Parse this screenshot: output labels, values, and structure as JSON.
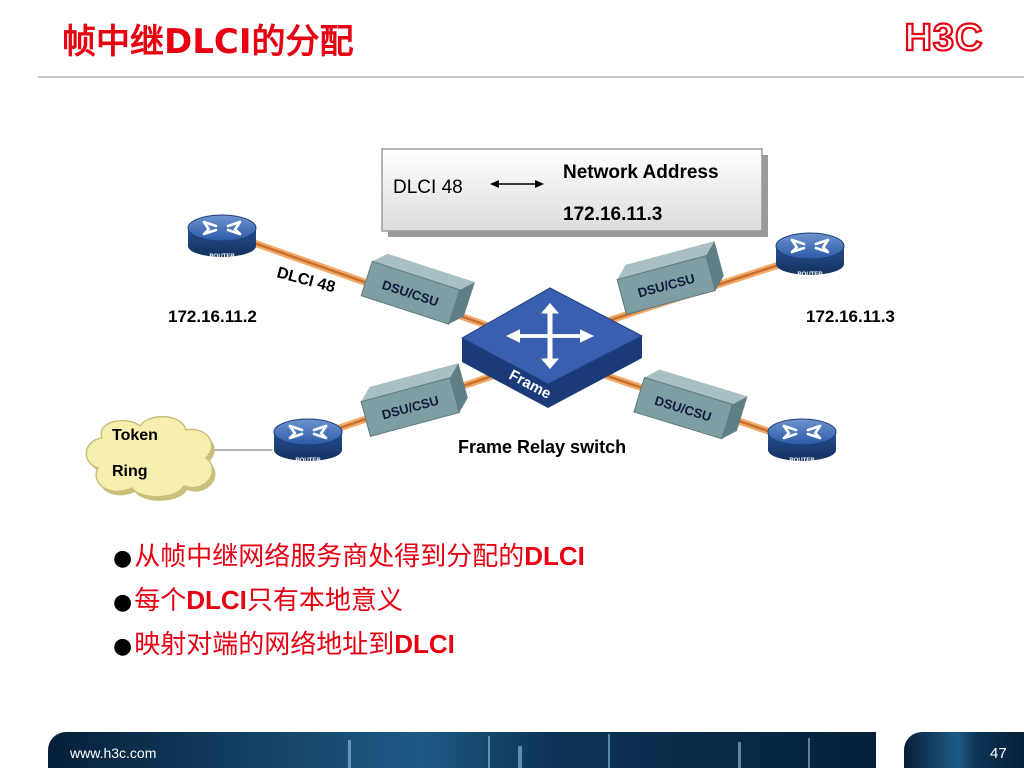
{
  "slide": {
    "title": "帧中继DLCI的分配",
    "logo_text": "H3C",
    "page_number": "47",
    "footer_url": "www.h3c.com"
  },
  "diagram": {
    "mapping_box": {
      "dlci": "DLCI 48",
      "network_address_label": "Network Address",
      "network_address_value": "172.16.11.3"
    },
    "dlci_link_label": "DLCI 48",
    "ip_left": "172.16.11.2",
    "ip_right": "172.16.11.3",
    "token_ring": [
      "Token",
      "Ring"
    ],
    "switch_label": "Frame Relay switch",
    "switch_face_text": "Frame",
    "dsu_label": "DSU/CSU",
    "router_label": "ROUTER"
  },
  "bullets": [
    {
      "zh": "从帧中继网络服务商处得到分配的",
      "en": "DLCI",
      "tail": ""
    },
    {
      "zh": "每个",
      "en": "DLCI",
      "tail": "只有本地意义"
    },
    {
      "zh": "映射对端的网络地址到",
      "en": "DLCI",
      "tail": ""
    }
  ],
  "colors": {
    "accent_red": "#e60012",
    "link_orange": "#e08a3c",
    "router_blue": "#1d4a8e",
    "switch_blue": "#2f4f9f",
    "dsu_gray": "#7a9aa0",
    "cloud_yellow": "#f7efb0",
    "footer_dark": "#0b2a45"
  },
  "icons": {
    "router": "router-icon",
    "switch": "frame-relay-switch-icon",
    "cloud": "token-ring-cloud-icon",
    "arrow": "double-arrow-icon",
    "bullet": "bullet-dot-icon"
  }
}
